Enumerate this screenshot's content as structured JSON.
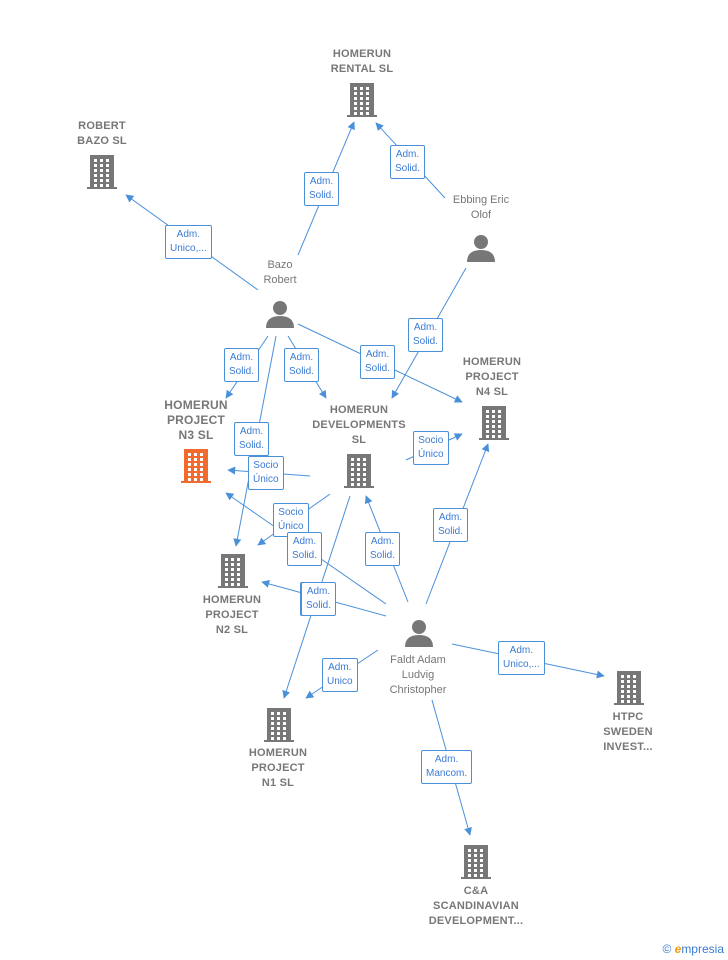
{
  "colors": {
    "edge": "#4a90d9",
    "node": "#777777",
    "focus": "#f26a2e"
  },
  "nodes": [
    {
      "id": "homerun_rental",
      "type": "company",
      "label": "HOMERUN\nRENTAL  SL",
      "icon": "building-icon"
    },
    {
      "id": "robert_bazo_sl",
      "type": "company",
      "label": "ROBERT\nBAZO  SL",
      "icon": "building-icon"
    },
    {
      "id": "ebbing",
      "type": "person",
      "label": "Ebbing Eric\nOlof",
      "icon": "person-icon"
    },
    {
      "id": "bazo_robert",
      "type": "person",
      "label": "Bazo\nRobert",
      "icon": "person-icon"
    },
    {
      "id": "homerun_n4",
      "type": "company",
      "label": "HOMERUN\nPROJECT\nN4  SL",
      "icon": "building-icon"
    },
    {
      "id": "homerun_n3",
      "type": "company",
      "label": "HOMERUN\nPROJECT\nN3  SL",
      "icon": "building-icon",
      "focus": true
    },
    {
      "id": "homerun_dev",
      "type": "company",
      "label": "HOMERUN\nDEVELOPMENTS\nSL",
      "icon": "building-icon"
    },
    {
      "id": "homerun_n2",
      "type": "company",
      "label": "HOMERUN\nPROJECT\nN2  SL",
      "icon": "building-icon"
    },
    {
      "id": "faldt",
      "type": "person",
      "label": "Faldt Adam\nLudvig\nChristopher",
      "icon": "person-icon"
    },
    {
      "id": "htpc",
      "type": "company",
      "label": "HTPC\nSWEDEN\nINVEST...",
      "icon": "building-icon"
    },
    {
      "id": "homerun_n1",
      "type": "company",
      "label": "HOMERUN\nPROJECT\nN1  SL",
      "icon": "building-icon"
    },
    {
      "id": "cna",
      "type": "company",
      "label": "C&A\nSCANDINAVIAN\nDEVELOPMENT...",
      "icon": "building-icon"
    }
  ],
  "edge_labels": [
    "Adm.\nSolid.",
    "Adm.\nSolid.",
    "Adm.\nUnico,...",
    "Adm.\nSolid.",
    "Adm.\nSolid.",
    "Adm.\nSolid.",
    "Adm.\nSolid.",
    "Adm.\nSolid.",
    "Socio\nÚnico",
    "Socio\nÚnico",
    "Socio\nÚnico",
    "Adm.\nSolid.",
    "Adm.\nSolid.",
    "Adm.\nSolid.",
    "Adm.\nSolid.",
    "Adm.\nSolid.",
    "Adm.\nUnico",
    "Adm.\nUnico,...",
    "Adm.\nMancom."
  ],
  "footer": {
    "copyright": "©",
    "brand_first": "e",
    "brand_rest": "mpresia"
  }
}
